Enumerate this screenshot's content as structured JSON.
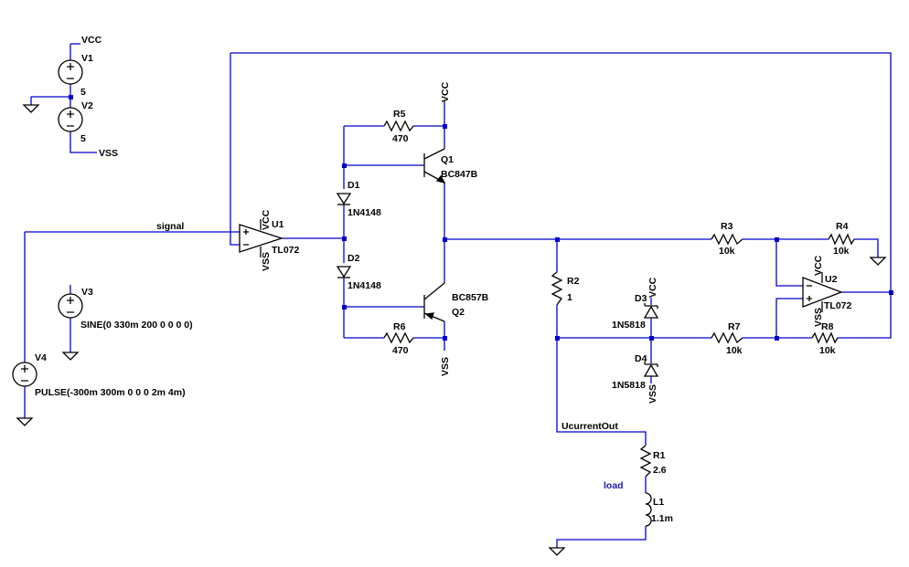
{
  "nets": {
    "vcc": "VCC",
    "vss": "VSS",
    "signal": "signal",
    "ucurrentout": "UcurrentOut",
    "load": "load"
  },
  "components": {
    "V1": {
      "ref": "V1",
      "value": "5"
    },
    "V2": {
      "ref": "V2",
      "value": "5"
    },
    "V3": {
      "ref": "V3",
      "value": "SINE(0 330m 200 0 0 0 0)"
    },
    "V4": {
      "ref": "V4",
      "value": "PULSE(-300m 300m 0 0 0 2m 4m)"
    },
    "U1": {
      "ref": "U1",
      "value": "TL072"
    },
    "U2": {
      "ref": "U2",
      "value": "TL072"
    },
    "Q1": {
      "ref": "Q1",
      "value": "BC847B"
    },
    "Q2": {
      "ref": "Q2",
      "value": "BC857B"
    },
    "D1": {
      "ref": "D1",
      "value": "1N4148"
    },
    "D2": {
      "ref": "D2",
      "value": "1N4148"
    },
    "D3": {
      "ref": "D3",
      "value": "1N5818"
    },
    "D4": {
      "ref": "D4",
      "value": "1N5818"
    },
    "R1": {
      "ref": "R1",
      "value": "2.6"
    },
    "R2": {
      "ref": "R2",
      "value": "1"
    },
    "R3": {
      "ref": "R3",
      "value": "10k"
    },
    "R4": {
      "ref": "R4",
      "value": "10k"
    },
    "R5": {
      "ref": "R5",
      "value": "470"
    },
    "R6": {
      "ref": "R6",
      "value": "470"
    },
    "R7": {
      "ref": "R7",
      "value": "10k"
    },
    "R8": {
      "ref": "R8",
      "value": "10k"
    },
    "L1": {
      "ref": "L1",
      "value": "1.1m"
    }
  },
  "colors": {
    "wire": "#0000cc",
    "symbol": "#000000",
    "label": "#1a1aa8",
    "background": "#ffffff"
  }
}
